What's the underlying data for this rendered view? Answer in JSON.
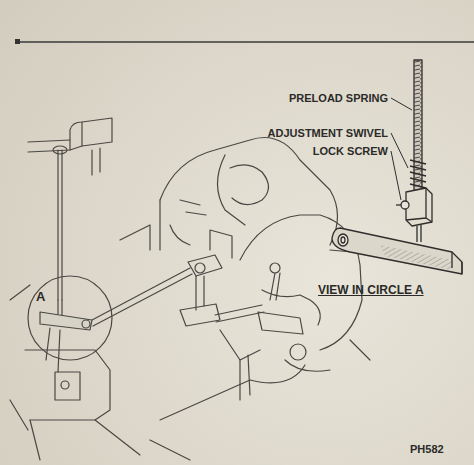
{
  "diagram": {
    "labels": [
      "PRELOAD SPRING",
      "ADJUSTMENT SWIVEL LOCK SCREW",
      "VIEW IN CIRCLE A",
      "A",
      "PH582"
    ]
  }
}
